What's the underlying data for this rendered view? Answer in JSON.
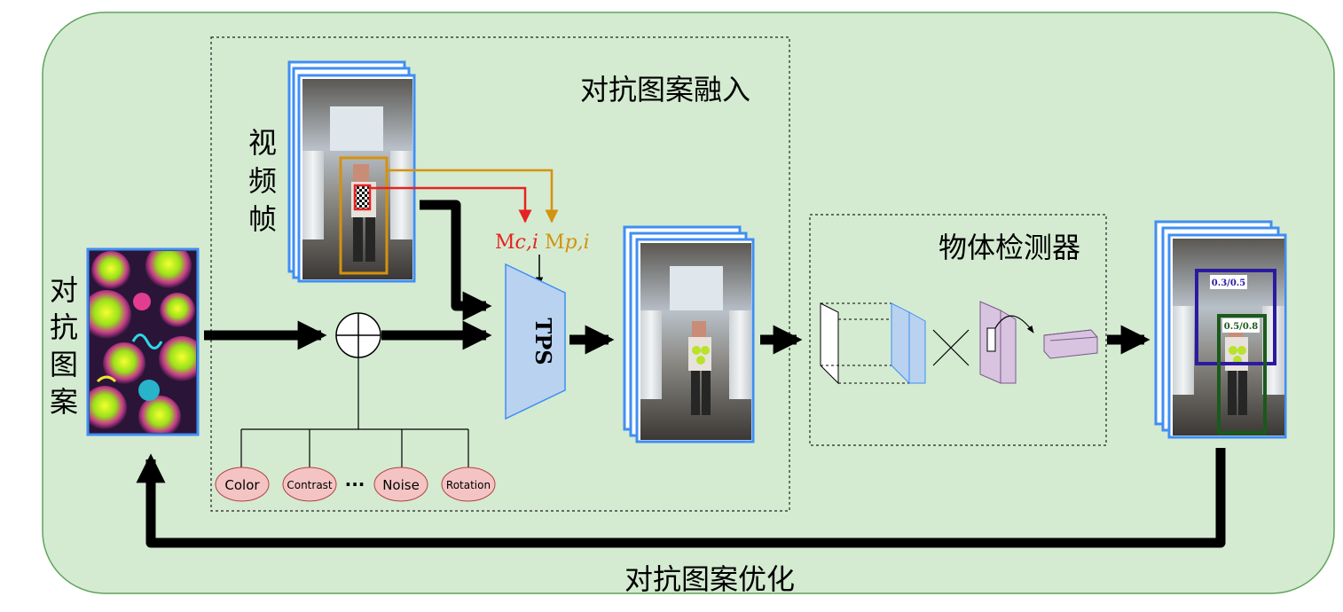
{
  "title_fusion": "对抗图案融入",
  "title_detector": "物体检测器",
  "title_optimize": "对抗图案优化",
  "label_pattern": "对抗图案",
  "label_video": "视频帧",
  "label_tps": "TPS",
  "label_mc_prefix": "M",
  "label_mc_sub": "c,i",
  "label_mp_prefix": "M",
  "label_mp_sub": "p,i",
  "transforms": [
    "Color",
    "Contrast",
    "...",
    "Noise",
    "Rotation"
  ],
  "det_score_1": "0.3/0.5",
  "det_score_2": "0.5/0.8",
  "colors": {
    "background": "#d4ebd1",
    "frame_border": "#3f8ef3",
    "tps_fill": "#b9d2f0",
    "transform_fill": "#f4c4c4",
    "mc_color": "#e62222",
    "mp_color": "#d4920f",
    "box1": "#2b1aa0",
    "box2": "#1a5a1a",
    "cube_purple": "#d8c4e0"
  }
}
